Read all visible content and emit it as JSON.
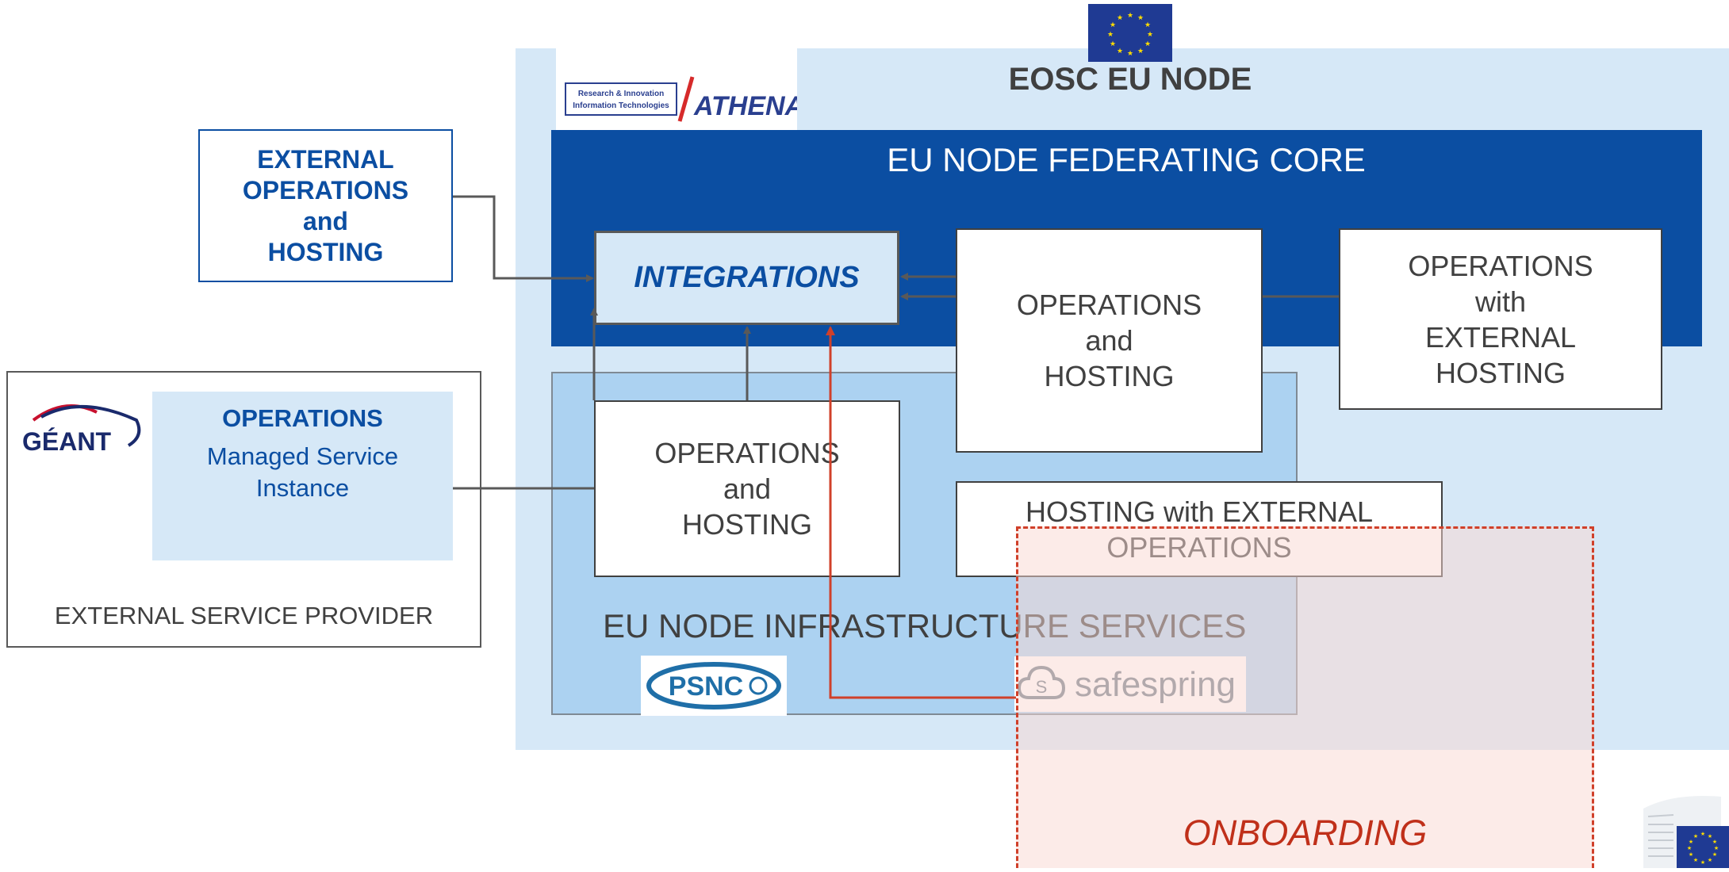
{
  "eosc_node": {
    "title": "EOSC EU NODE"
  },
  "athena_logo": {
    "line1": "Research & Innovation",
    "line2": "Information Technologies",
    "brand": "ATHENA"
  },
  "core": {
    "title": "EU NODE FEDERATING CORE",
    "integrations": "INTEGRATIONS",
    "operations_hosting": [
      "OPERATIONS",
      "and",
      "HOSTING"
    ],
    "operations_external_hosting": [
      "OPERATIONS",
      "with",
      "EXTERNAL",
      "HOSTING"
    ]
  },
  "infrastructure": {
    "title": "EU NODE INFRASTRUCTURE SERVICES",
    "operations_hosting": [
      "OPERATIONS",
      "and",
      "HOSTING"
    ],
    "hosting_external_operations": [
      "HOSTING with EXTERNAL",
      "OPERATIONS"
    ]
  },
  "external_ops_hosting": [
    "EXTERNAL",
    "OPERATIONS",
    "and",
    "HOSTING"
  ],
  "external_service_provider": {
    "label": "EXTERNAL SERVICE PROVIDER",
    "geant_logo": "GÉANT",
    "operations_title": "OPERATIONS",
    "managed_service": [
      "Managed Service",
      "Instance"
    ]
  },
  "logos": {
    "psnc": "PSNC",
    "safespring": "safespring"
  },
  "onboarding": {
    "label": "ONBOARDING"
  },
  "colors": {
    "node_bg": "#d6e8f7",
    "core_blue": "#0b4ea2",
    "infra_bg": "#acd2f1",
    "onboarding_red": "#d0402a",
    "connector_gray": "#595959"
  }
}
